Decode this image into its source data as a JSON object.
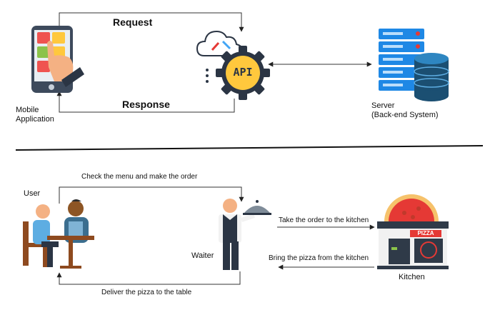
{
  "top": {
    "request_label": "Request",
    "response_label": "Response",
    "mobile_line1": "Mobile",
    "mobile_line2": "Application",
    "api_text": "API",
    "server_line1": "Server",
    "server_line2": "(Back-end System)"
  },
  "bottom": {
    "user_label": "User",
    "check_menu_label": "Check the menu and make the order",
    "deliver_label": "Deliver the pizza to the table",
    "waiter_label": "Waiter",
    "take_order_label": "Take the order to the kitchen",
    "bring_pizza_label": "Bring the pizza from  the kitchen",
    "kitchen_label": "Kitchen",
    "pizza_sign": "PIZZA"
  },
  "colors": {
    "phone_body": "#3d4a5c",
    "app_red": "#ef5350",
    "app_yellow": "#ffc83d",
    "app_green": "#8bc34a",
    "app_blue": "#42a5f5",
    "api_gear": "#2b3544",
    "api_center": "#ffc83d",
    "server_blue": "#1e88e5",
    "db_dark": "#1b4f72",
    "skin": "#f4b183",
    "user_shirt": "#5dade2",
    "chair_brown": "#8e4a1f",
    "kitchen_dark": "#2f3a48",
    "pizza_red": "#e53935"
  }
}
